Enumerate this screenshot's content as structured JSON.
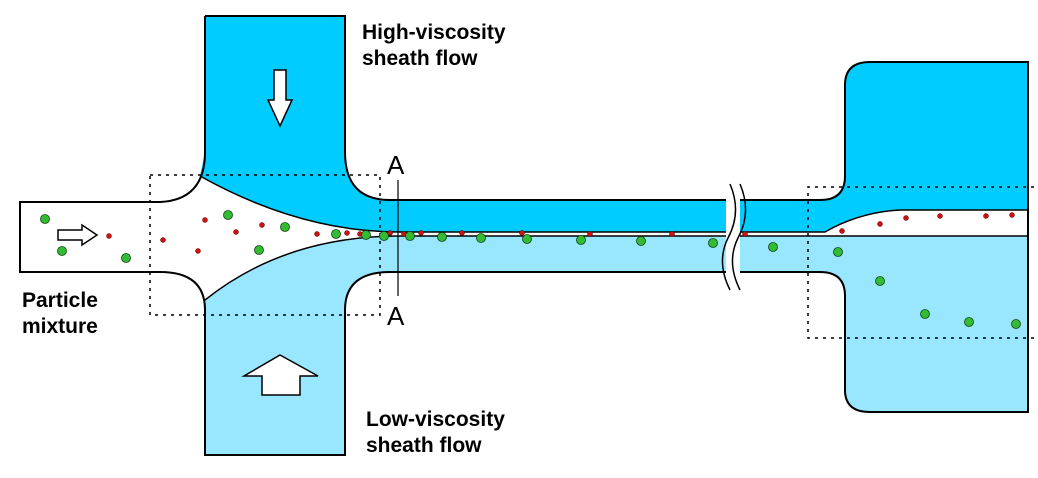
{
  "labels": {
    "high_viscosity_line1": "High-viscosity",
    "high_viscosity_line2": "sheath flow",
    "low_viscosity_line1": "Low-viscosity",
    "low_viscosity_line2": "sheath flow",
    "particle_line1": "Particle",
    "particle_line2": "mixture",
    "section_top": "A",
    "section_bottom": "A"
  },
  "colors": {
    "high_viscosity_fluid": "#00ccff",
    "low_viscosity_fluid": "#99e6ff",
    "large_particle": "#33bb33",
    "small_particle": "#cc1111",
    "outline": "#000000"
  },
  "icons": [
    "down-arrow-icon",
    "up-arrow-icon",
    "right-arrow-icon",
    "channel-break-icon"
  ],
  "particles": {
    "large_count": 22,
    "small_count": 24
  }
}
